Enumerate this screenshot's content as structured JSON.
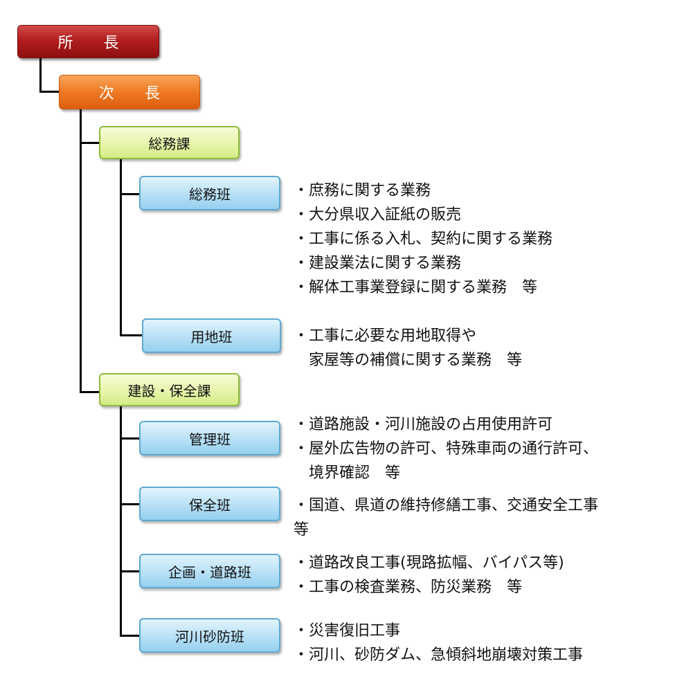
{
  "nodes": {
    "director": "所　　長",
    "deputy": "次　　長",
    "general_affairs": "総務課",
    "general_team": "総務班",
    "land_team": "用地班",
    "construction": "建設・保全課",
    "management_team": "管理班",
    "maintenance_team": "保全班",
    "planning_team": "企画・道路班",
    "river_team": "河川砂防班"
  },
  "descriptions": {
    "general_team": [
      "・庶務に関する業務",
      "・大分県収入証紙の販売",
      "・工事に係る入札、契約に関する業務",
      "・建設業法に関する業務",
      "・解体工事業登録に関する業務　等"
    ],
    "land_team": [
      "・工事に必要な用地取得や",
      "　家屋等の補償に関する業務　等"
    ],
    "management_team": [
      "・道路施設・河川施設の占用使用許可",
      "・屋外広告物の許可、特殊車両の通行許可、",
      "　境界確認　等"
    ],
    "maintenance_team": [
      "・国道、県道の維持修繕工事、交通安全工事",
      "等"
    ],
    "planning_team": [
      "・道路改良工事(現路拡幅、バイパス等)",
      "・工事の検査業務、防災業務　等"
    ],
    "river_team": [
      "・災害復旧工事",
      "・河川、砂防ダム、急傾斜地崩壊対策工事"
    ]
  },
  "colors": {
    "director_box": "#b31e1e",
    "deputy_box": "#ef7a22",
    "section_box": "#e6f4a6",
    "team_box": "#b7e0f6",
    "connector": "#000000"
  }
}
